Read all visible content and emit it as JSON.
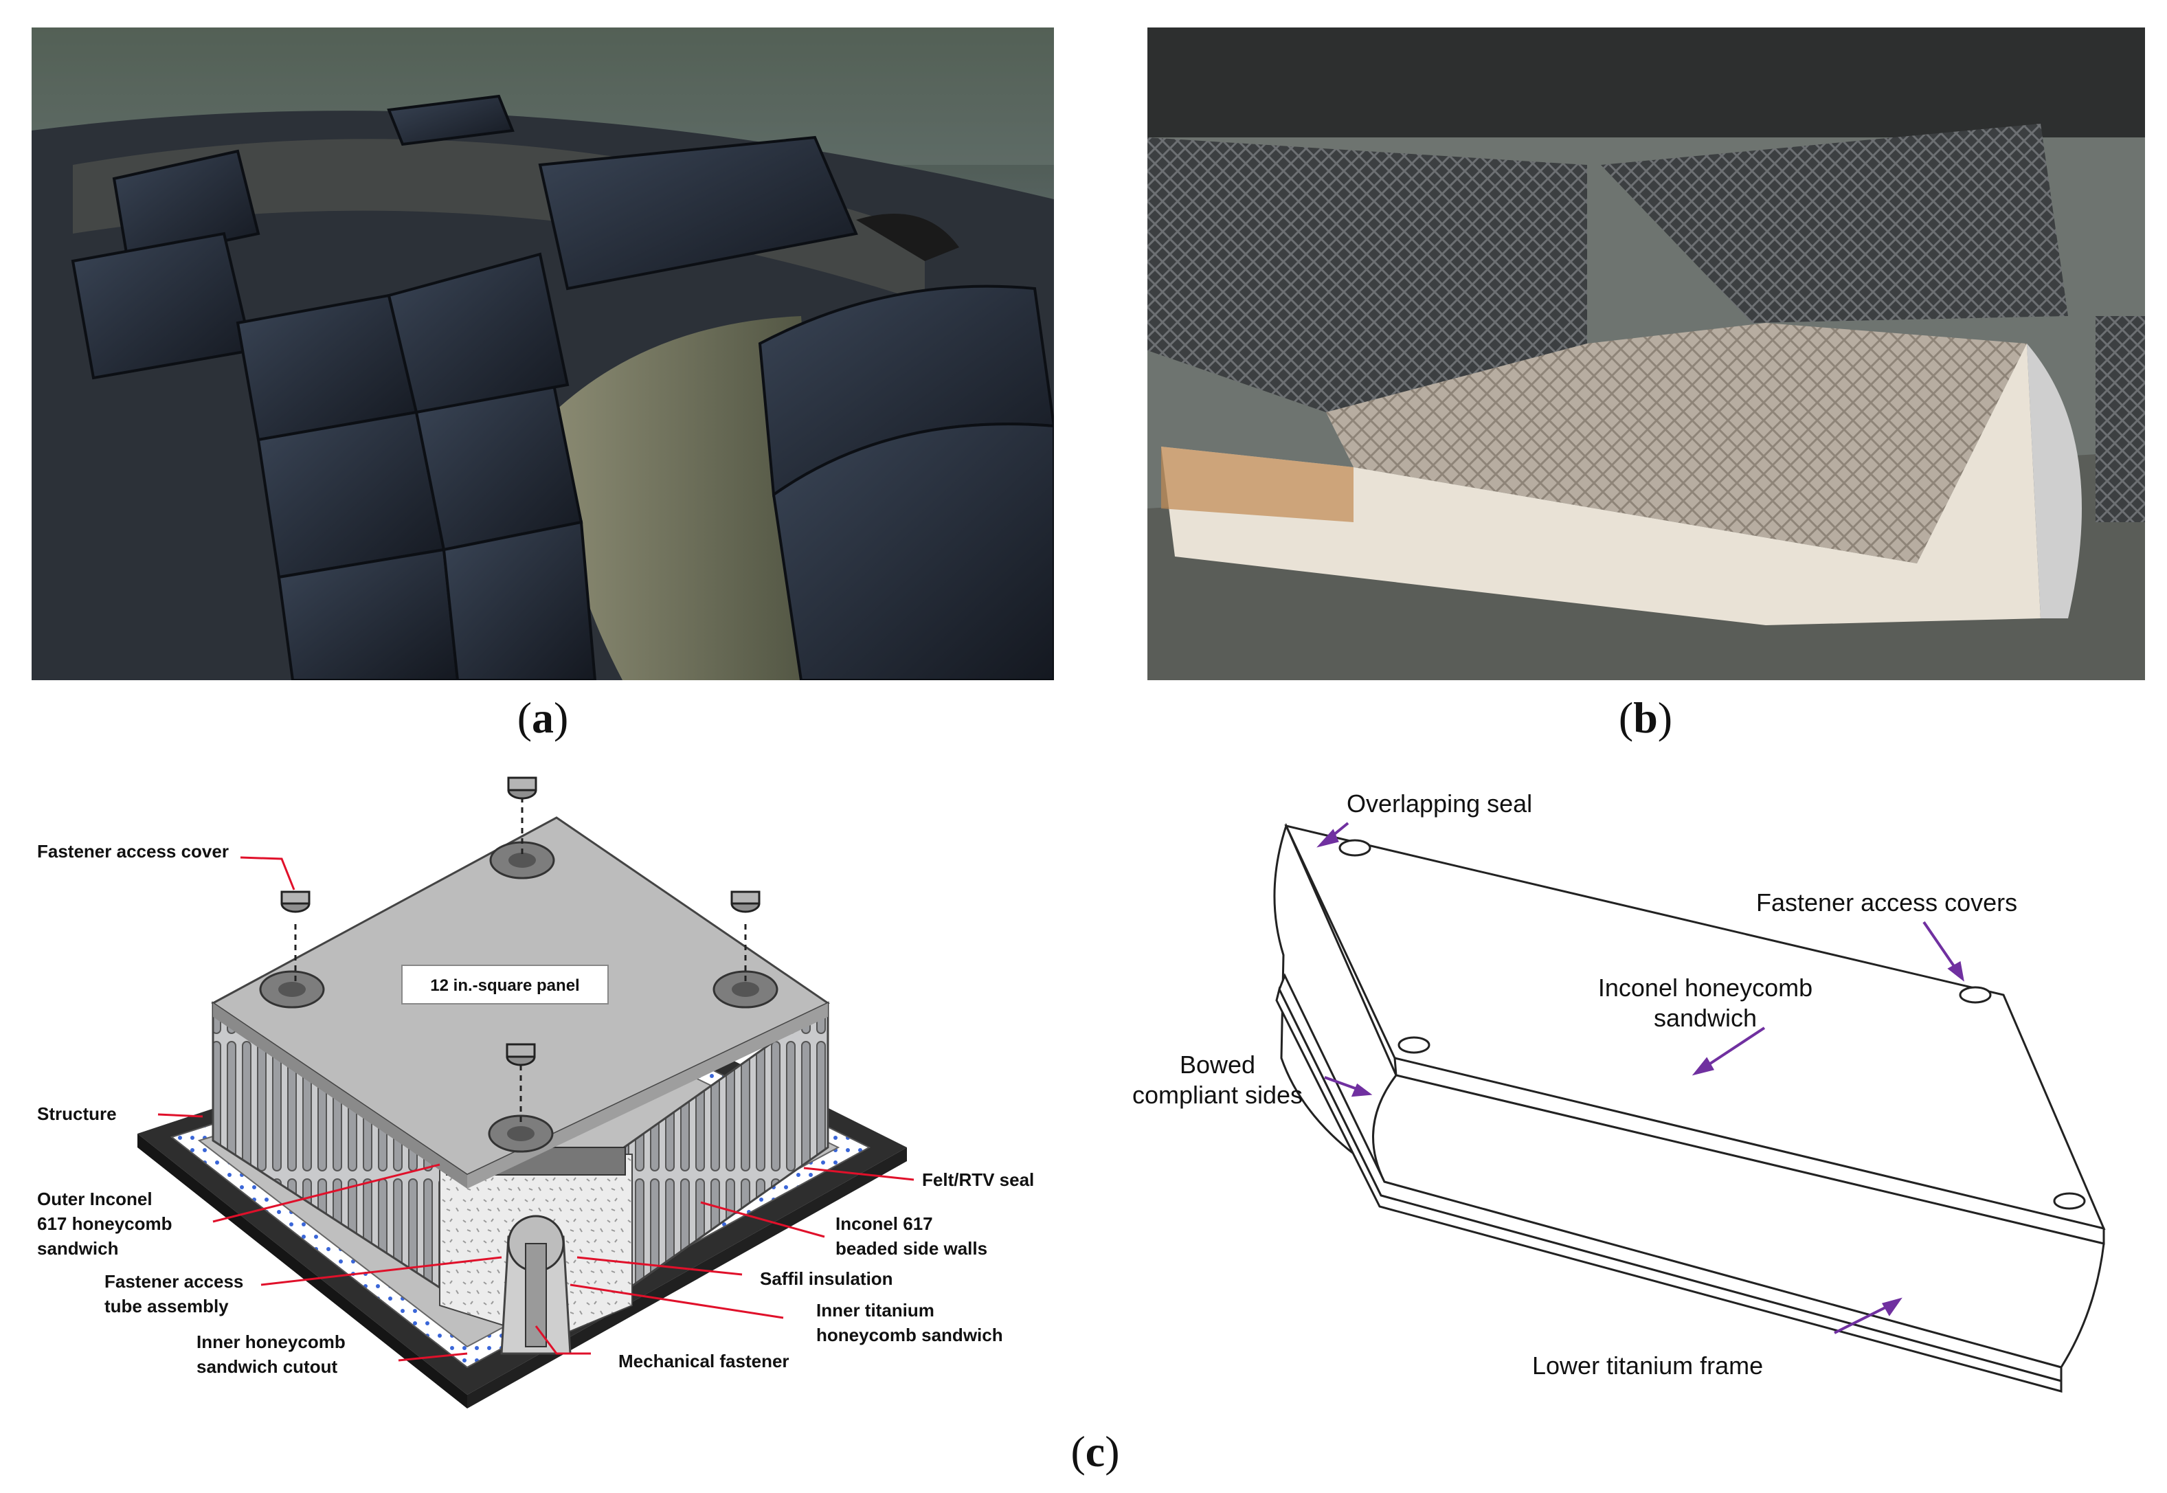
{
  "captions": {
    "a": "a",
    "b": "b",
    "c": "c"
  },
  "figure_c_left": {
    "panel_label": "12 in.-square panel",
    "callouts": {
      "fastener_access_cover": "Fastener access cover",
      "structure": "Structure",
      "outer_inconel_1": "Outer Inconel",
      "outer_inconel_2": "617 honeycomb",
      "outer_inconel_3": "sandwich",
      "fastener_tube_1": "Fastener access",
      "fastener_tube_2": "tube assembly",
      "inner_cutout_1": "Inner honeycomb",
      "inner_cutout_2": "sandwich cutout",
      "felt_seal": "Felt/RTV seal",
      "beaded_walls_1": "Inconel 617",
      "beaded_walls_2": "beaded side walls",
      "saffil": "Saffil insulation",
      "inner_titanium_1": "Inner titanium",
      "inner_titanium_2": "honeycomb sandwich",
      "mechanical_fastener": "Mechanical fastener"
    }
  },
  "figure_c_right": {
    "callouts": {
      "overlapping_seal": "Overlapping seal",
      "fastener_access_covers": "Fastener access covers",
      "inconel_sandwich_1": "Inconel honeycomb",
      "inconel_sandwich_2": "sandwich",
      "bowed_1": "Bowed",
      "bowed_2": "compliant sides",
      "lower_frame": "Lower titanium frame"
    }
  },
  "colors": {
    "callout_red": "#e0102a",
    "arrow_purple": "#7030a0"
  }
}
